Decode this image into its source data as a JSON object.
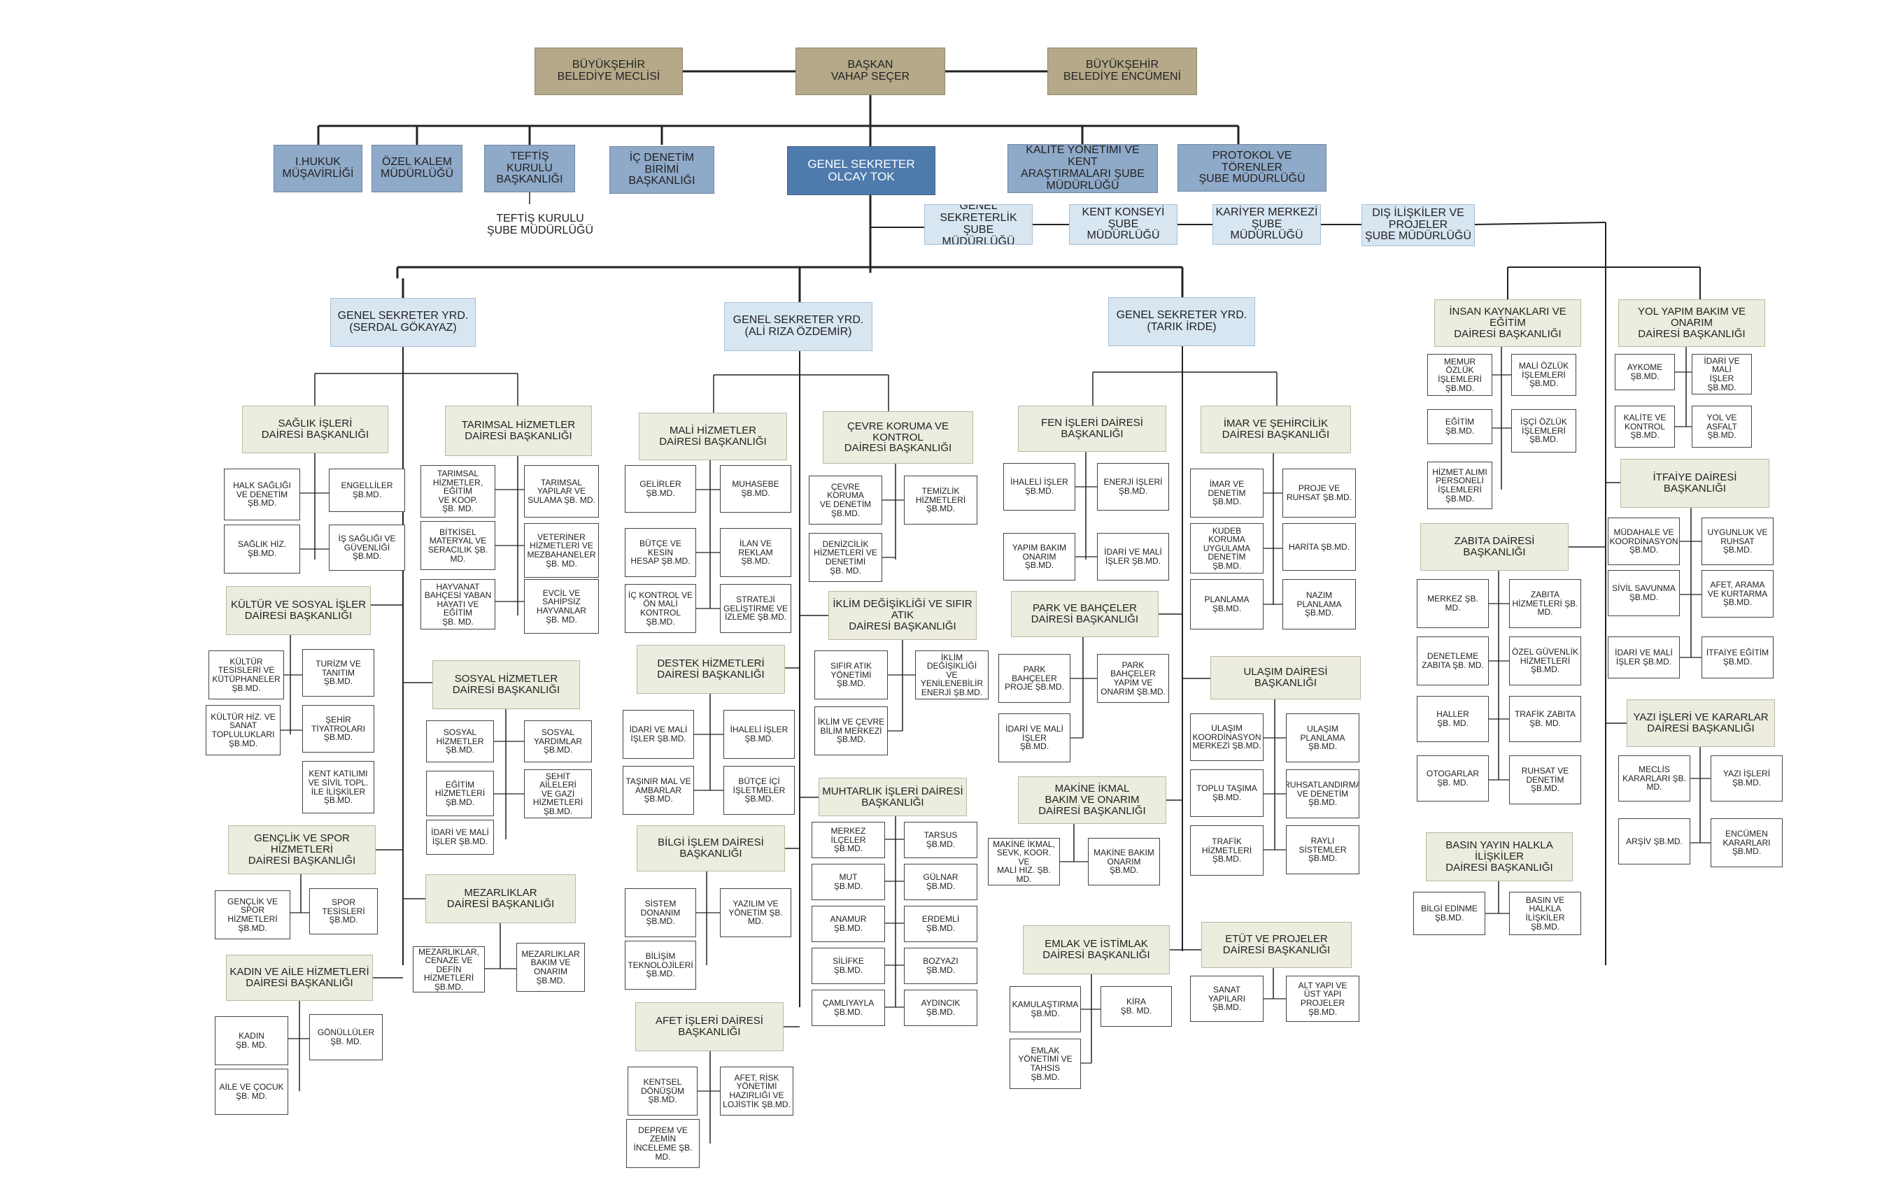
{
  "boxes": {
    "meclis": "BÜYÜKŞEHİR\nBELEDİYE MECLİSİ",
    "baskan": "BAŞKAN\nVAHAP SEÇER",
    "encumen": "BÜYÜKŞEHİR\nBELEDİYE ENCÜMENİ",
    "hukuk": "I.HUKUK\nMÜŞAVİRLİĞİ",
    "ozel_kalem": "ÖZEL KALEM\nMÜDÜRLÜĞÜ",
    "teftis_kurulu": "TEFTİŞ KURULU\nBAŞKANLIĞI",
    "teftis_sube": "TEFTİŞ KURULU\nŞUBE MÜDÜRLÜĞÜ",
    "ic_denetim": "İÇ DENETİM\nBİRİMİ BAŞKANLIĞI",
    "genel_sekreter": "GENEL SEKRETER\nOLCAY TOK",
    "kalite": "KALİTE YÖNETİMİ VE KENT\nARAŞTIRMALARI ŞUBE\nMÜDÜRLÜĞÜ",
    "protokol": "PROTOKOL VE TÖRENLER\nŞUBE MÜDÜRLÜĞÜ",
    "gs_sube": "GENEL SEKRETERLİK\nŞUBE MÜDÜRLÜĞÜ",
    "kent_konseyi": "KENT KONSEYİ ŞUBE\nMÜDÜRLÜĞÜ",
    "kariyer": "KARİYER MERKEZİ\nŞUBE MÜDÜRLÜĞÜ",
    "dis_iliskiler": "DIŞ İLİŞKİLER VE PROJELER\nŞUBE MÜDÜRLÜĞÜ",
    "yrd1": "GENEL SEKRETER YRD.\n(SERDAL GÖKAYAZ)",
    "yrd2": "GENEL SEKRETER YRD.\n(ALİ RIZA ÖZDEMİR)",
    "yrd3": "GENEL SEKRETER YRD.\n(TARIK İRDE)",
    "saglik": "SAĞLIK İŞLERİ\nDAİRESİ BAŞKANLIĞI",
    "halk_sagligi": "HALK SAĞLIĞI\nVE DENETİM\nŞB.MD.",
    "engelliler": "ENGELLİLER\nŞB.MD.",
    "saglik_hiz": "SAĞLIK HİZ.\nŞB.MD.",
    "is_sagligi": "İŞ SAĞLIĞI VE\nGÜVENLİĞİ\nŞB.MD.",
    "tarimsal": "TARIMSAL HİZMETLER\nDAİRESİ BAŞKANLIĞI",
    "tarimsal_egitim": "TARIMSAL\nHİZMETLER, EĞİTİM\nVE KOOP.\nŞB. MD.",
    "tarimsal_yapilar": "TARIMSAL\nYAPILAR VE\nSULAMA ŞB. MD.",
    "bitkisel": "BİTKİSEL\nMATERYAL VE\nSERACILIK ŞB. MD.",
    "veteriner": "VETERİNER\nHİZMETLERİ VE\nMEZBAHANELER\nŞB. MD.",
    "hayvanat": "HAYVANAT\nBAHÇESİ YABAN\nHAYATI VE EĞİTİM\nŞB. MD.",
    "evcil": "EVCİL VE\nSAHİPSİZ\nHAYVANLAR\nŞB. MD.",
    "kultur": "KÜLTÜR VE SOSYAL İŞLER\nDAİRESİ BAŞKANLIĞI",
    "kultur_tesis": "KÜLTÜR\nTESİSLERİ VE\nKÜTÜPHANELER\nŞB.MD.",
    "turizm": "TURİZM VE\nTANITIM\nŞB.MD.",
    "kultur_hiz": "KÜLTÜR HİZ. VE\nSANAT\nTOPLULUKLARI\nŞB.MD.",
    "tiyatro": "ŞEHİR\nTİYATROLARI\nŞB.MD.",
    "kent_katilimi": "KENT KATILIMI\nVE SİVİL TOPL.\nİLE İLİŞKİLER\nŞB.MD.",
    "sosyal": "SOSYAL HİZMETLER\nDAİRESİ BAŞKANLIĞI",
    "sosyal_hiz": "SOSYAL\nHİZMETLER\nŞB.MD.",
    "sosyal_yardim": "SOSYAL\nYARDIMLAR\nŞB.MD.",
    "egitim_hiz": "EĞİTİM\nHİZMETLERİ\nŞB.MD.",
    "sehit": "ŞEHİT AİLELERİ\nVE GAZİ\nHİZMETLERİ\nŞB.MD.",
    "idari_sosyal": "İDARİ VE MALİ\nİŞLER ŞB.MD.",
    "genclik": "GENÇLİK VE SPOR\nHİZMETLERİ\nDAİRESİ BAŞKANLIĞI",
    "genclik_spor": "GENÇLİK VE SPOR\nHİZMETLERİ\nŞB.MD.",
    "spor_tesis": "SPOR TESİSLERİ\nŞB.MD.",
    "mezarliklar": "MEZARLIKLAR\nDAİRESİ BAŞKANLIĞI",
    "mezar_cenaze": "MEZARLIKLAR,\nCENAZE VE DEFİN\nHİZMETLERİ\nŞB.MD.",
    "mezar_bakim": "MEZARLIKLAR\nBAKIM VE\nONARIM\nŞB.MD.",
    "kadin": "KADIN VE AİLE HİZMETLERİ\nDAİRESİ BAŞKANLIĞI",
    "kadin_sb": "KADIN\nŞB. MD.",
    "gonulluler": "GÖNÜLLÜLER\nŞB. MD.",
    "aile_cocuk": "AİLE VE ÇOCUK\nŞB. MD.",
    "mali": "MALİ HİZMETLER\nDAİRESİ BAŞKANLIĞI",
    "gelirler": "GELİRLER\nŞB.MD.",
    "muhasebe": "MUHASEBE\nŞB.MD.",
    "butce": "BÜTÇE VE KESİN\nHESAP ŞB.MD.",
    "ilan": "İLAN VE\nREKLAM ŞB.MD.",
    "ic_kontrol": "İÇ KONTROL VE\nÖN MALİ\nKONTROL\nŞB.MD.",
    "strateji": "STRATEJİ\nGELİŞTİRME VE\nİZLEME ŞB.MD.",
    "destek": "DESTEK HİZMETLERİ\nDAİRESİ BAŞKANLIĞI",
    "idari_destek": "İDARİ VE MALİ\nİŞLER ŞB.MD.",
    "ihaleli_destek": "İHALELİ İŞLER\nŞB.MD.",
    "tasinir": "TAŞINIR MAL VE\nAMBARLAR\nŞB.MD.",
    "butce_ici": "BÜTÇE İÇİ\nİŞLETMELER\nŞB.MD.",
    "bilgi_islem": "BİLGİ İŞLEM DAİRESİ BAŞKANLIĞI",
    "sistem": "SİSTEM DONANIM\nŞB.MD.",
    "yazilim": "YAZILIM VE\nYÖNETİM ŞB.\nMD.",
    "bilisim": "BİLİŞİM\nTEKNOLOJİLERİ\nŞB.MD.",
    "afet": "AFET İŞLERİ DAİRESİ BAŞKANLIĞI",
    "kentsel": "KENTSEL\nDÖNÜŞÜM\nŞB.MD.",
    "afet_risk": "AFET, RİSK\nYÖNETİMİ\nHAZIRLIĞI VE\nLOJİSTİK ŞB.MD.",
    "deprem": "DEPREM VE\nZEMİN\nİNCELEME ŞB.\nMD.",
    "cevre": "ÇEVRE KORUMA VE KONTROL\nDAİRESİ BAŞKANLIĞI",
    "cevre_koruma": "ÇEVRE KORUMA\nVE DENETİM\nŞB.MD.",
    "temizlik": "TEMİZLİK\nHİZMETLERİ\nŞB.MD.",
    "denizcilik": "DENİZCİLİK\nHİZMETLERİ VE\nDENETİMİ\nŞB. MD.",
    "iklim": "İKLİM DEĞİŞİKLİĞİ VE SIFIR ATIK\nDAİRESİ BAŞKANLIĞI",
    "sifir_atik": "SIFIR ATIK\nYÖNETİMİ\nŞB.MD.",
    "iklim_enerji": "İKLİM DEĞİŞİKLİĞİ\nVE YENİLENEBİLİR\nENERJİ ŞB.MD.",
    "iklim_bilim": "İKLİM VE ÇEVRE\nBİLİM MERKEZİ\nŞB.MD.",
    "muhtarlik": "MUHTARLIK İŞLERİ DAİRESİ\nBAŞKANLIĞI",
    "merkez_ilceler": "MERKEZ\nİLÇELER\nŞB.MD.",
    "tarsus": "TARSUS\nŞB.MD.",
    "mut": "MUT\nŞB.MD.",
    "gulnar": "GÜLNAR\nŞB.MD.",
    "anamur": "ANAMUR\nŞB.MD.",
    "erdemli": "ERDEMLİ\nŞB.MD.",
    "silifke": "SİLİFKE\nŞB.MD.",
    "bozyazi": "BOZYAZI\nŞB.MD.",
    "camliyayla": "ÇAMLIYAYLA\nŞB.MD.",
    "aydincik": "AYDINCIK\nŞB.MD.",
    "fen": "FEN İŞLERİ DAİRESİ BAŞKANLIĞI",
    "ihaleli_fen": "İHALELİ İŞLER\nŞB.MD.",
    "enerji": "ENERJİ İŞLERİ\nŞB.MD.",
    "yapim_bakim": "YAPIM BAKIM\nONARIM\nŞB.MD.",
    "idari_fen": "İDARİ VE MALİ\nİŞLER ŞB.MD.",
    "park": "PARK VE BAHÇELER\nDAİRESİ BAŞKANLIĞI",
    "park_proje": "PARK\nBAHÇELER\nPROJE ŞB.MD.",
    "park_yapim": "PARK\nBAHÇELER\nYAPIM VE\nONARIM ŞB.MD.",
    "idari_park": "İDARİ VE MALİ\nİŞLER\nŞB.MD.",
    "makine": "MAKİNE İKMAL\nBAKIM VE ONARIM\nDAİRESİ BAŞKANLIĞI",
    "makine_ikmal": "MAKİNE İKMAL,\nSEVK, KOOR. VE\nMALİ HİZ. ŞB.\nMD.",
    "makine_bakim": "MAKİNE BAKIM\nONARIM\nŞB.MD.",
    "emlak": "EMLAK VE İSTİMLAK\nDAİRESİ BAŞKANLIĞI",
    "kamulastirma": "KAMULAŞTIRMA\nŞB.MD.",
    "kira": "KİRA\nŞB. MD.",
    "emlak_tahsis": "EMLAK\nYÖNETİMİ VE\nTAHSİS\nŞB.MD.",
    "imar": "İMAR VE ŞEHİRCİLİK\nDAİRESİ BAŞKANLIĞI",
    "imar_denetim": "İMAR VE\nDENETİM ŞB.MD.",
    "proje_ruhsat": "PROJE VE\nRUHSAT ŞB.MD.",
    "kudeb": "KUDEB KORUMA\nUYGULAMA\nDENETİM ŞB.MD.",
    "harita": "HARİTA ŞB.MD.",
    "planlama": "PLANLAMA\nŞB.MD.",
    "nazim": "NAZIM\nPLANLAMA\nŞB.MD.",
    "ulasim": "ULAŞIM DAİRESİ BAŞKANLIĞI",
    "ulasim_koor": "ULAŞIM\nKOORDİNASYON\nMERKEZİ ŞB.MD.",
    "ulasim_plan": "ULAŞIM\nPLANLAMA\nŞB.MD.",
    "toplu_tasima": "TOPLU TAŞIMA\nŞB.MD.",
    "ruhsatlandirma": "RUHSATLANDIRMA\nVE DENETİM\nŞB.MD.",
    "trafik_hiz": "TRAFİK\nHİZMETLERİ\nŞB.MD.",
    "rayli": "RAYLI SİSTEMLER\nŞB.MD.",
    "etut": "ETÜT VE PROJELER\nDAİRESİ BAŞKANLIĞI",
    "sanat_yapilari": "SANAT\nYAPILARI\nŞB.MD.",
    "altyapi": "ALT YAPI VE\nÜST YAPI\nPROJELER\nŞB.MD.",
    "insan": "İNSAN KAYNAKLARI VE EĞİTİM\nDAİRESİ BAŞKANLIĞI",
    "memur": "MEMUR ÖZLÜK\nİŞLEMLERİ\nŞB.MD.",
    "mali_ozluk": "MALİ ÖZLÜK\nİŞLEMLERİ\nŞB.MD.",
    "egitim_ik": "EĞİTİM ŞB.MD.",
    "isci": "İŞÇİ ÖZLÜK\nİŞLEMLERİ\nŞB.MD.",
    "hizmet_alimi": "HİZMET ALIMI\nPERSONELİ\nİŞLEMLERİ\nŞB.MD.",
    "yol": "YOL YAPIM BAKIM VE ONARIM\nDAİRESİ BAŞKANLIĞI",
    "aykome": "AYKOME\nŞB.MD.",
    "idari_yol": "İDARİ VE MALİ\nİŞLER\nŞB.MD.",
    "kalite_kontrol": "KALİTE VE\nKONTROL\nŞB.MD.",
    "asfalt": "YOL VE ASFALT\nŞB.MD.",
    "itfaiye": "İTFAİYE DAİRESİ BAŞKANLIĞI",
    "mudahale": "MÜDAHALE VE\nKOORDİNASYON\nŞB.MD.",
    "uygunluk": "UYGUNLUK VE\nRUHSAT\nŞB.MD.",
    "sivil_savunma": "SİVİL SAVUNMA\nŞB.MD.",
    "afet_arama": "AFET, ARAMA\nVE KURTARMA\nŞB.MD.",
    "idari_itfaiye": "İDARİ VE MALİ\nİŞLER ŞB.MD.",
    "itfaiye_egitim": "İTFAİYE EĞİTİM\nŞB.MD.",
    "zabita": "ZABITA DAİRESİ BAŞKANLIĞI",
    "merkez_zabita": "MERKEZ ŞB.\nMD.",
    "zabita_hiz": "ZABITA\nHİZMETLERİ ŞB.\nMD.",
    "denetleme": "DENETLEME\nZABITA ŞB. MD.",
    "ozel_guvenlik": "ÖZEL GÜVENLİK\nHİZMETLERİ\nŞB.MD.",
    "haller": "HALLER\nŞB. MD.",
    "trafik_zabita": "TRAFİK ZABITA\nŞB. MD.",
    "otogarlar": "OTOGARLAR\nŞB. MD.",
    "ruhsat_denetim": "RUHSAT VE\nDENETİM\nŞB.MD.",
    "yazi_isleri": "YAZI İŞLERİ VE KARARLAR\nDAİRESİ BAŞKANLIĞI",
    "meclis_kararlari": "MECLİS\nKARARLARI ŞB.\nMD.",
    "yazi_sb": "YAZI İŞLERİ\nŞB.MD.",
    "arsiv": "ARŞİV ŞB.MD.",
    "encumen_kararlari": "ENCÜMEN\nKARARLARI\nŞB.MD.",
    "basin": "BASIN YAYIN HALKLA İLİŞKİLER\nDAİRESİ BAŞKANLIĞI",
    "bilgi_edinme": "BİLGİ EDİNME\nŞB.MD.",
    "basin_halkla": "BASIN VE HALKLA\nİLİŞKİLER ŞB.MD."
  }
}
